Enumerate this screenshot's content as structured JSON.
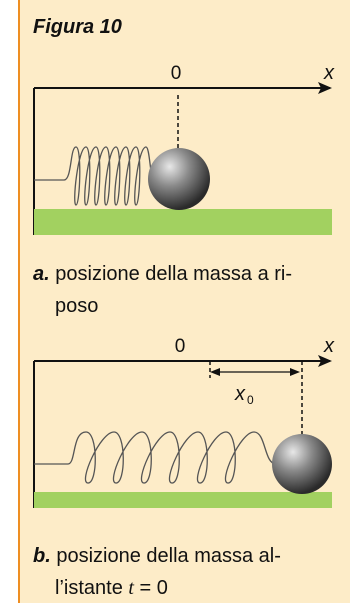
{
  "figure": {
    "title": "Figura 10"
  },
  "panel_a": {
    "origin_label": "0",
    "axis_label": "x",
    "caption_label": "a.",
    "caption_line1": "posizione della massa a ri-",
    "caption_line2": "poso"
  },
  "panel_b": {
    "origin_label": "0",
    "axis_label": "x",
    "displacement_label": "x",
    "displacement_subscript": "0",
    "caption_label": "b.",
    "caption_line1": "posizione della massa al-",
    "caption_line2_prefix": "l’istante ",
    "caption_line2_var": "t",
    "caption_line2_suffix": " = 0"
  },
  "colors": {
    "border": "#ee8e22",
    "background": "#fdecc8",
    "ground": "#a2d160",
    "mass": "#6e6e6e"
  }
}
